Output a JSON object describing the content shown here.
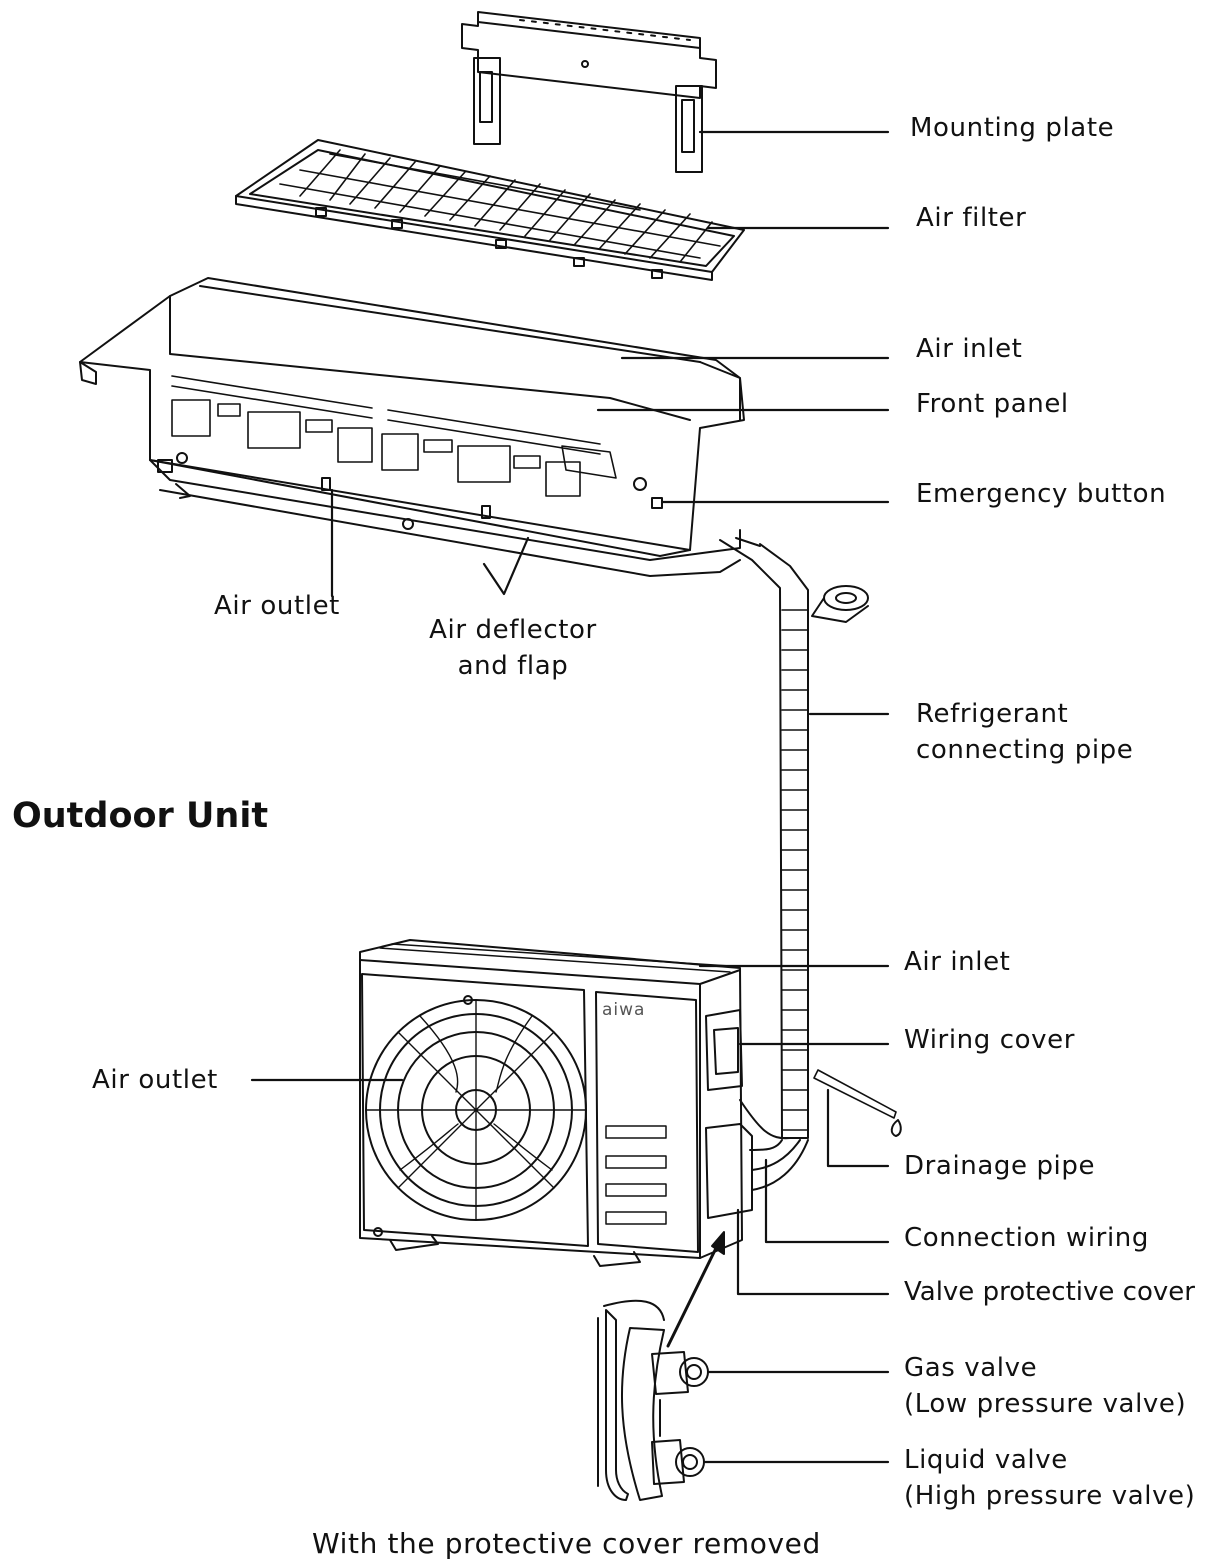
{
  "indoor": {
    "labels": {
      "mounting_plate": "Mounting plate",
      "air_filter": "Air filter",
      "air_inlet": "Air inlet",
      "front_panel": "Front panel",
      "emergency_button": "Emergency button",
      "air_outlet": "Air outlet",
      "air_deflector_line1": "Air deflector",
      "air_deflector_line2": "and flap",
      "refrigerant_pipe_line1": "Refrigerant",
      "refrigerant_pipe_line2": "connecting pipe"
    }
  },
  "outdoor": {
    "heading": "Outdoor Unit",
    "brand": "aiwa",
    "labels": {
      "air_inlet": "Air inlet",
      "wiring_cover": "Wiring cover",
      "air_outlet": "Air outlet",
      "drainage_pipe": "Drainage pipe",
      "connection_wiring": "Connection wiring",
      "valve_protective_cover": "Valve protective cover",
      "gas_valve_line1": "Gas valve",
      "gas_valve_line2": "(Low pressure valve)",
      "liquid_valve_line1": "Liquid valve",
      "liquid_valve_line2": "(High pressure valve)"
    },
    "caption": "With the protective cover removed"
  },
  "colors": {
    "ink": "#111111",
    "background": "#ffffff"
  }
}
